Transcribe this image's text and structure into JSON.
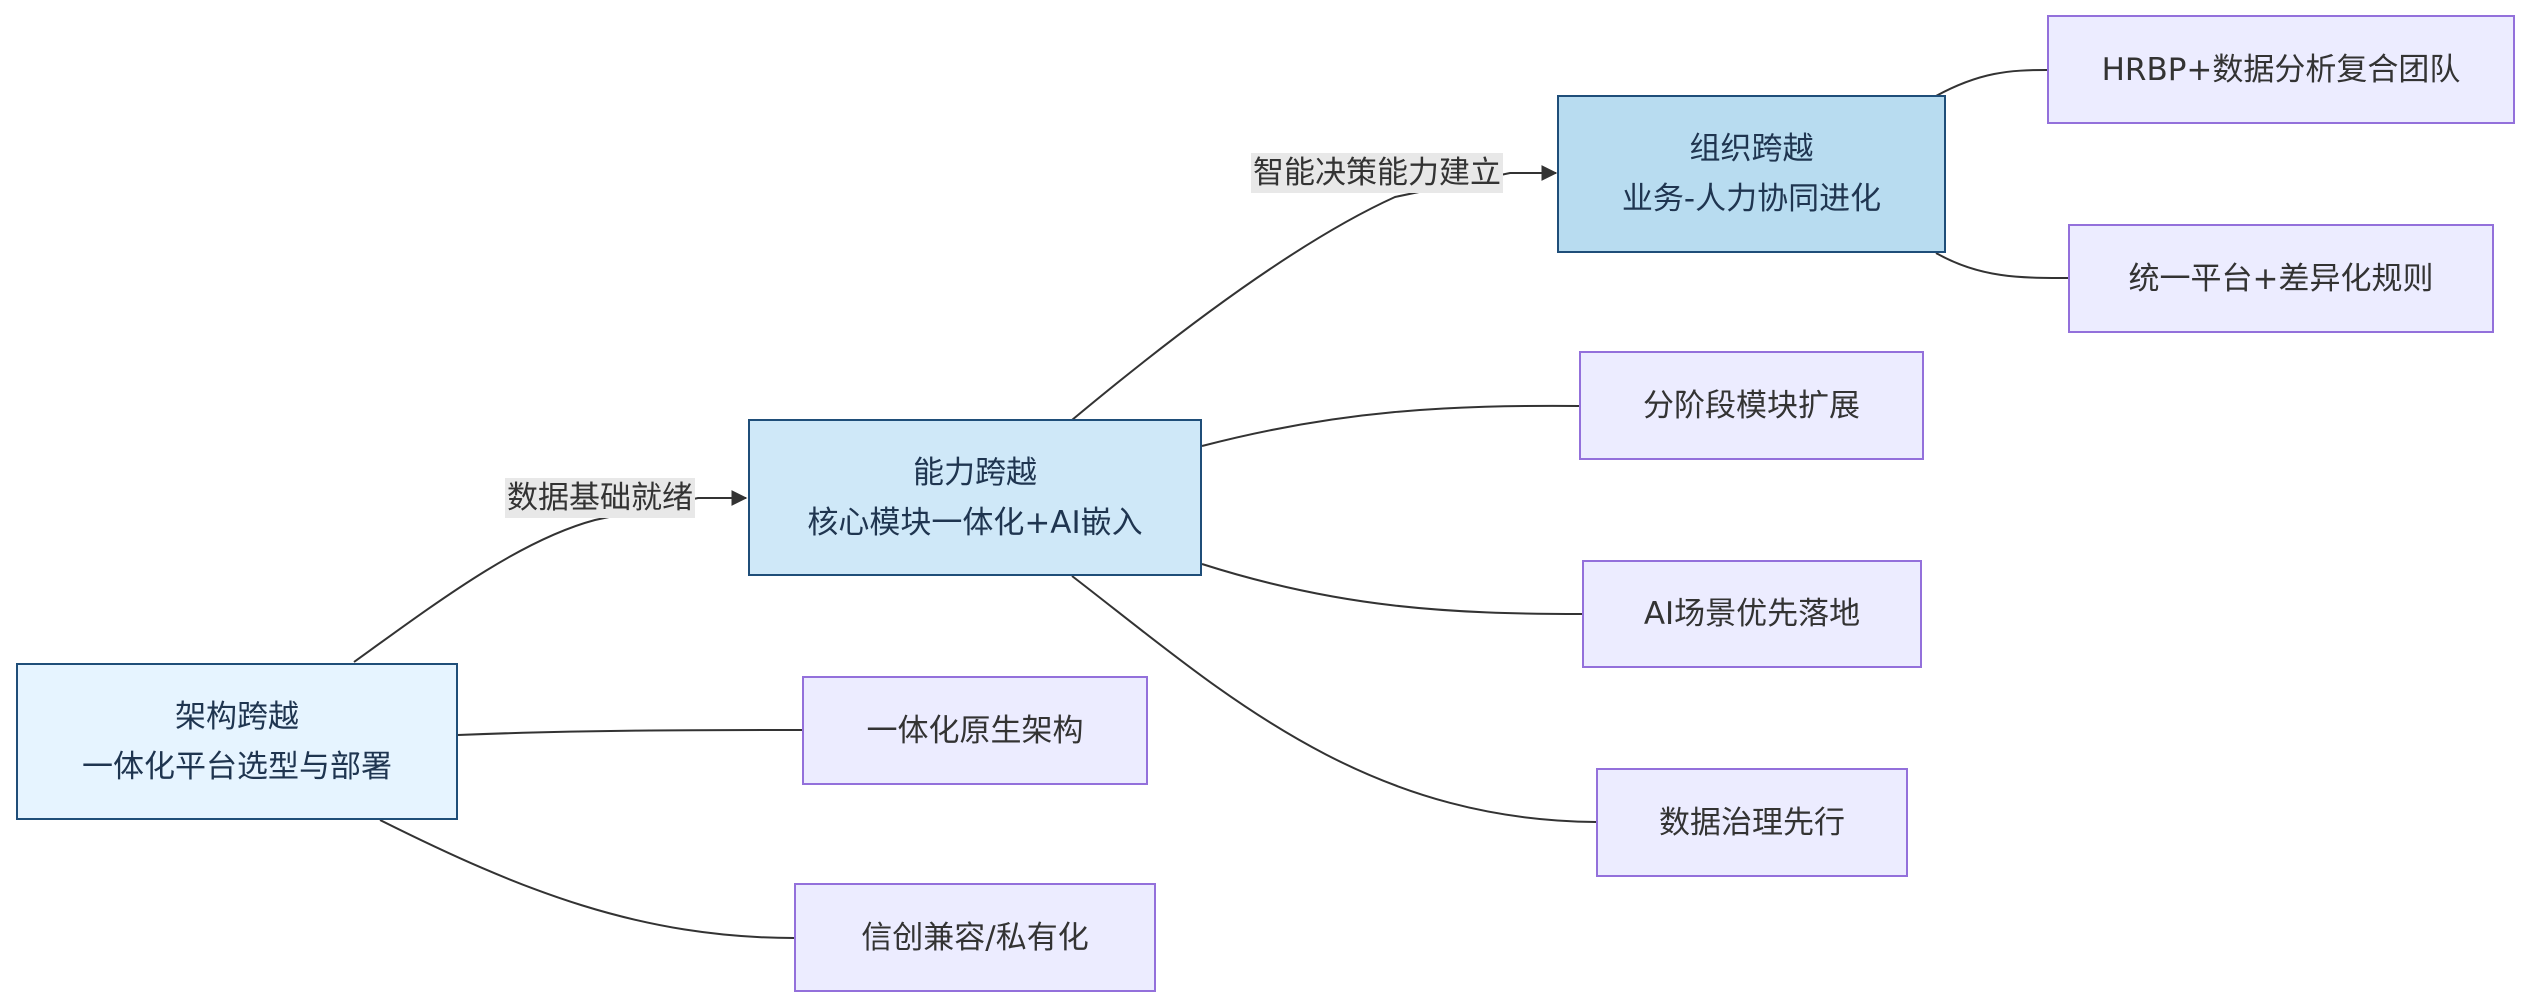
{
  "diagram": {
    "stages": [
      {
        "id": "arch",
        "line1": "架构跨越",
        "line2": "一体化平台选型与部署",
        "fill": "#e6f4ff"
      },
      {
        "id": "cap",
        "line1": "能力跨越",
        "line2": "核心模块一体化+AI嵌入",
        "fill": "#cfe8f8"
      },
      {
        "id": "org",
        "line1": "组织跨越",
        "line2": "业务-人力协同进化",
        "fill": "#b8dcf0"
      }
    ],
    "transitions": [
      {
        "from": "arch",
        "to": "cap",
        "label": "数据基础就绪"
      },
      {
        "from": "cap",
        "to": "org",
        "label": "智能决策能力建立"
      }
    ],
    "leaves": [
      {
        "id": "arch-1",
        "parent": "arch",
        "label": "一体化原生架构"
      },
      {
        "id": "arch-2",
        "parent": "arch",
        "label": "信创兼容/私有化"
      },
      {
        "id": "cap-1",
        "parent": "cap",
        "label": "分阶段模块扩展"
      },
      {
        "id": "cap-2",
        "parent": "cap",
        "label": "AI场景优先落地"
      },
      {
        "id": "cap-3",
        "parent": "cap",
        "label": "数据治理先行"
      },
      {
        "id": "org-1",
        "parent": "org",
        "label": "HRBP+数据分析复合团队"
      },
      {
        "id": "org-2",
        "parent": "org",
        "label": "统一平台+差异化规则"
      }
    ]
  },
  "colors": {
    "stage_border": "#1f4e79",
    "leaf_fill": "#ececff",
    "leaf_border": "#9370db",
    "edge": "#333333",
    "edge_label_bg": "#e8e8e8"
  }
}
